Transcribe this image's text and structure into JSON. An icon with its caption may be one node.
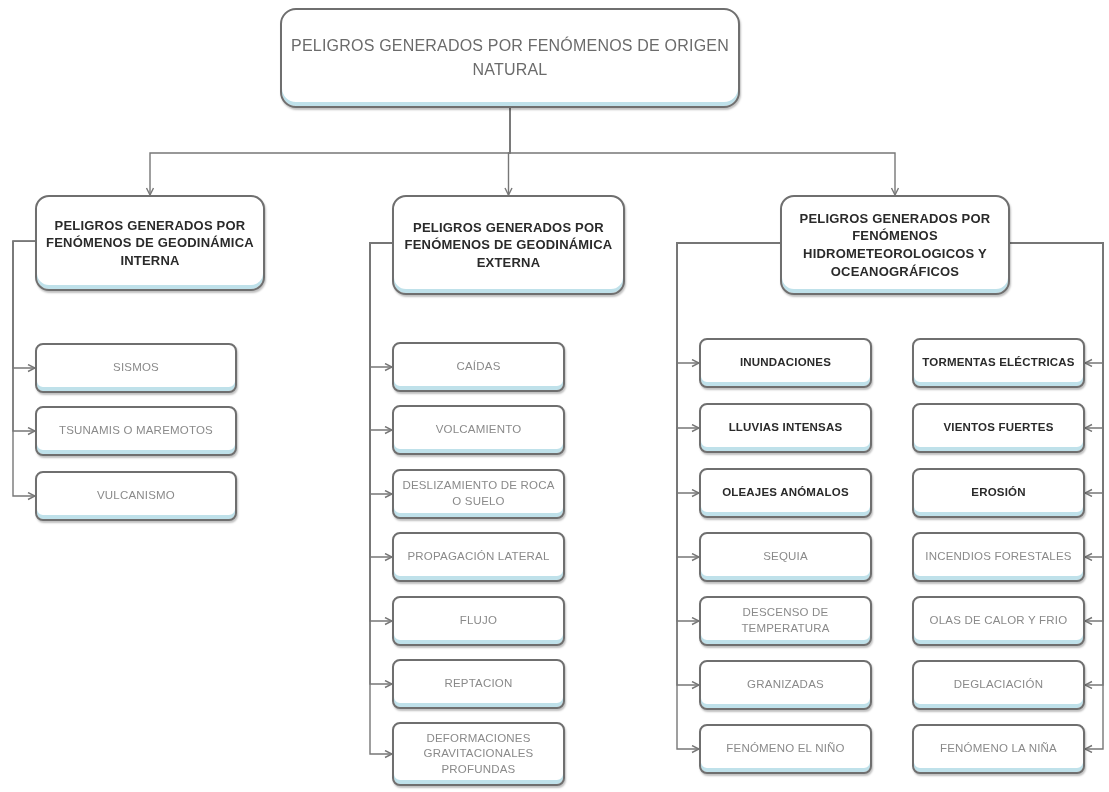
{
  "diagram": {
    "nodes": [
      {
        "text": [
          "PELIGROS GENERADOS POR FENÓMENOS DE ORIGEN NATURAL"
        ]
      },
      {
        "text": [
          "PELIGROS GENERADOS POR FENÓMENOS DE GEODINÁMICA INTERNA"
        ]
      },
      {
        "text": [
          "PELIGROS GENERADOS POR FENÓMENOS DE GEODINÁMICA EXTERNA"
        ]
      },
      {
        "text": [
          "PELIGROS GENERADOS POR FENÓMENOS HIDROMETEOROLOGICOS Y OCEANOGRÁFICOS"
        ]
      },
      {
        "text": [
          "SISMOS"
        ]
      },
      {
        "text": [
          "TSUNAMIS O MAREMOTOS"
        ]
      },
      {
        "text": [
          "VULCANISMO"
        ]
      },
      {
        "text": [
          "CAÍDAS"
        ]
      },
      {
        "text": [
          "VOLCAMIENTO"
        ]
      },
      {
        "text": [
          "DESLIZAMIENTO DE ROCA O SUELO"
        ]
      },
      {
        "text": [
          "PROPAGACIÓN LATERAL"
        ]
      },
      {
        "text": [
          "FLUJO"
        ]
      },
      {
        "text": [
          "REPTACION"
        ]
      },
      {
        "text": [
          "DEFORMACIONES GRAVITACIONALES PROFUNDAS"
        ]
      },
      {
        "text": [
          "INUNDACIONES"
        ]
      },
      {
        "text": [
          "TORMENTAS ELÉCTRICAS"
        ]
      },
      {
        "text": [
          "LLUVIAS INTENSAS"
        ]
      },
      {
        "text": [
          "VIENTOS FUERTES"
        ]
      },
      {
        "text": [
          "OLEAJES ANÓMALOS"
        ]
      },
      {
        "text": [
          "EROSIÓN"
        ]
      },
      {
        "text": [
          "SEQUIA"
        ]
      },
      {
        "text": [
          "INCENDIOS FORESTALES"
        ]
      },
      {
        "text": [
          "DESCENSO DE TEMPERATURA"
        ]
      },
      {
        "text": [
          "OLAS DE CALOR Y FRIO"
        ]
      },
      {
        "text": [
          "GRANIZADAS"
        ]
      },
      {
        "text": [
          "DEGLACIACIÓN"
        ]
      },
      {
        "text": [
          "FENÓMENO EL NIÑO"
        ]
      },
      {
        "text": [
          "FENÓMENO LA NIÑA"
        ]
      }
    ],
    "edges": [
      {
        "from": 0,
        "to": 1,
        "arrow": "to"
      },
      {
        "from": 0,
        "to": 2,
        "arrow": "to"
      },
      {
        "from": 0,
        "to": 3,
        "arrow": "to"
      },
      {
        "from": 1,
        "to": 4,
        "arrow": "to"
      },
      {
        "from": 1,
        "to": 5,
        "arrow": "to"
      },
      {
        "from": 1,
        "to": 6,
        "arrow": "to"
      },
      {
        "from": 2,
        "to": 7,
        "arrow": "to"
      },
      {
        "from": 2,
        "to": 8,
        "arrow": "to"
      },
      {
        "from": 2,
        "to": 9,
        "arrow": "to"
      },
      {
        "from": 2,
        "to": 10,
        "arrow": "to"
      },
      {
        "from": 2,
        "to": 11,
        "arrow": "to"
      },
      {
        "from": 2,
        "to": 12,
        "arrow": "to"
      },
      {
        "from": 2,
        "to": 13,
        "arrow": "to"
      },
      {
        "from": 3,
        "to": 14,
        "arrow": "to"
      },
      {
        "from": 3,
        "to": 15,
        "arrow": "to"
      },
      {
        "from": 3,
        "to": 16,
        "arrow": "to"
      },
      {
        "from": 3,
        "to": 17,
        "arrow": "to"
      },
      {
        "from": 3,
        "to": 18,
        "arrow": "to"
      },
      {
        "from": 3,
        "to": 19,
        "arrow": "to"
      },
      {
        "from": 3,
        "to": 20,
        "arrow": "to"
      },
      {
        "from": 3,
        "to": 21,
        "arrow": "to"
      },
      {
        "from": 3,
        "to": 22,
        "arrow": "to"
      },
      {
        "from": 3,
        "to": 23,
        "arrow": "to"
      },
      {
        "from": 3,
        "to": 24,
        "arrow": "to"
      },
      {
        "from": 3,
        "to": 25,
        "arrow": "to"
      },
      {
        "from": 3,
        "to": 26,
        "arrow": "to"
      },
      {
        "from": 3,
        "to": 27,
        "arrow": "to"
      }
    ]
  }
}
